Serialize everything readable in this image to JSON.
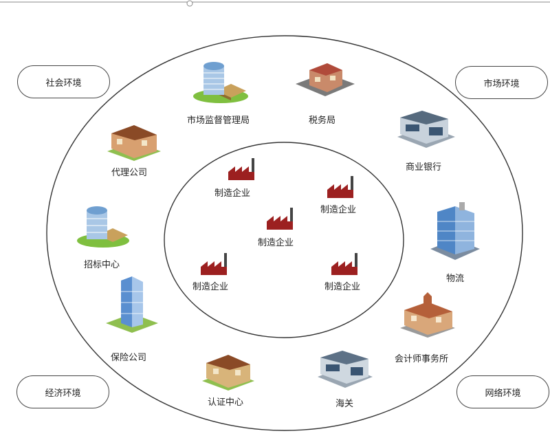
{
  "environments": {
    "social": "社会环境",
    "market": "市场环境",
    "economic": "经济环境",
    "network": "网络环境"
  },
  "outer_nodes": {
    "market_supervision": "市场监督管理局",
    "tax_bureau": "税务局",
    "commercial_bank": "商业银行",
    "logistics": "物流",
    "accounting_firm": "会计师事务所",
    "customs": "海关",
    "certification_center": "认证中心",
    "insurance_company": "保险公司",
    "bidding_center": "招标中心",
    "agency_company": "代理公司"
  },
  "inner_nodes": {
    "enterprise_1": "制造企业",
    "enterprise_2": "制造企业",
    "enterprise_3": "制造企业",
    "enterprise_4": "制造企业",
    "enterprise_5": "制造企业"
  }
}
